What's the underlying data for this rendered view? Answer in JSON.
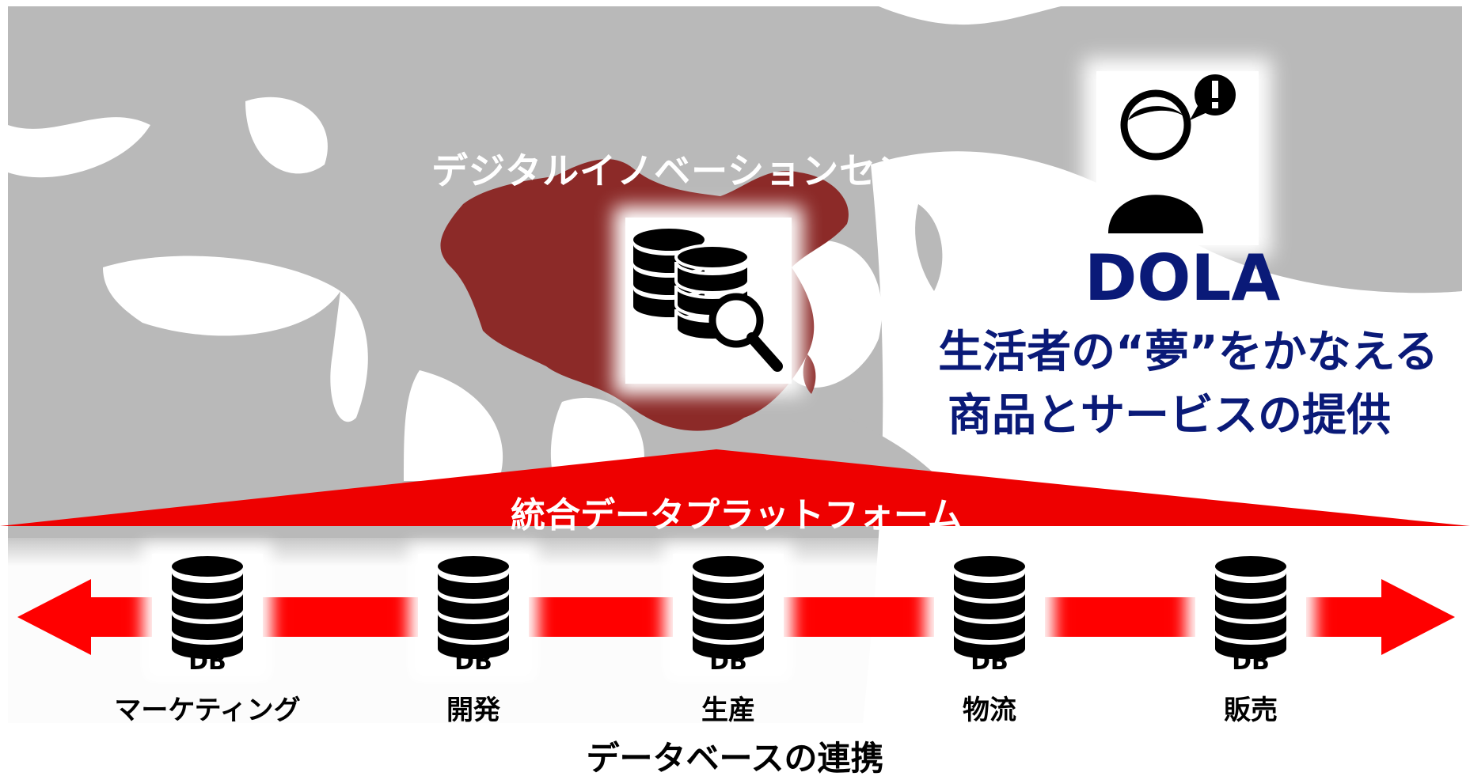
{
  "center": {
    "label": "デジタルイノベーションセンター",
    "icon": "database-search-icon"
  },
  "dola": {
    "title": "DOLA",
    "line1": "生活者の“夢”をかなえる",
    "line2": "商品とサービスの提供",
    "person_icon": "person-exclamation-icon",
    "color": "#0a1a78"
  },
  "platform": {
    "label": "統合データプラットフォーム",
    "color": "#ee0000"
  },
  "databases": {
    "badge": "DB",
    "items": [
      {
        "name": "マーケティング"
      },
      {
        "name": "開発"
      },
      {
        "name": "生産"
      },
      {
        "name": "物流"
      },
      {
        "name": "販売"
      }
    ]
  },
  "caption": "データベースの連携",
  "colors": {
    "map_land": "#b9b9b9",
    "map_water": "#ffffff",
    "highlight_country": "#8c2a28",
    "arrow": "#ff0000"
  }
}
